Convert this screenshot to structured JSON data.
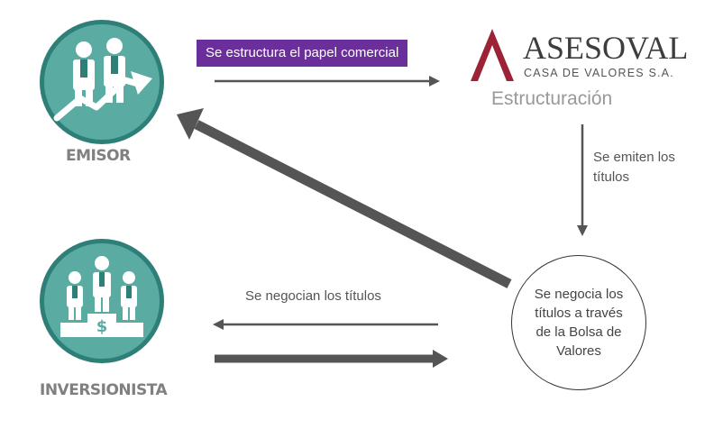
{
  "emisor": {
    "label": "EMISOR"
  },
  "inversionista": {
    "label": "INVERSIONISTA"
  },
  "badge": {
    "text": "Se estructura el papel comercial"
  },
  "company": {
    "name": "ASESOVAL",
    "tagline": "CASA DE VALORES S.A."
  },
  "structuring": {
    "label": "Estructuración"
  },
  "emit": {
    "text_line1": "Se emiten los",
    "text_line2": "títulos"
  },
  "negotiate_label": {
    "text": "Se negocian los títulos"
  },
  "exchange": {
    "line1": "Se negocia los",
    "line2": "títulos a través",
    "line3": "de la Bolsa de",
    "line4": "Valores"
  },
  "colors": {
    "teal": "#5aaba2",
    "teal_dark": "#2e7f78",
    "purple": "#6a2f9b",
    "arrow_gray": "#555555",
    "logo_red": "#9b2335"
  },
  "icons": {
    "emisor": "business-growth-icon",
    "inversionista": "investors-podium-icon"
  }
}
